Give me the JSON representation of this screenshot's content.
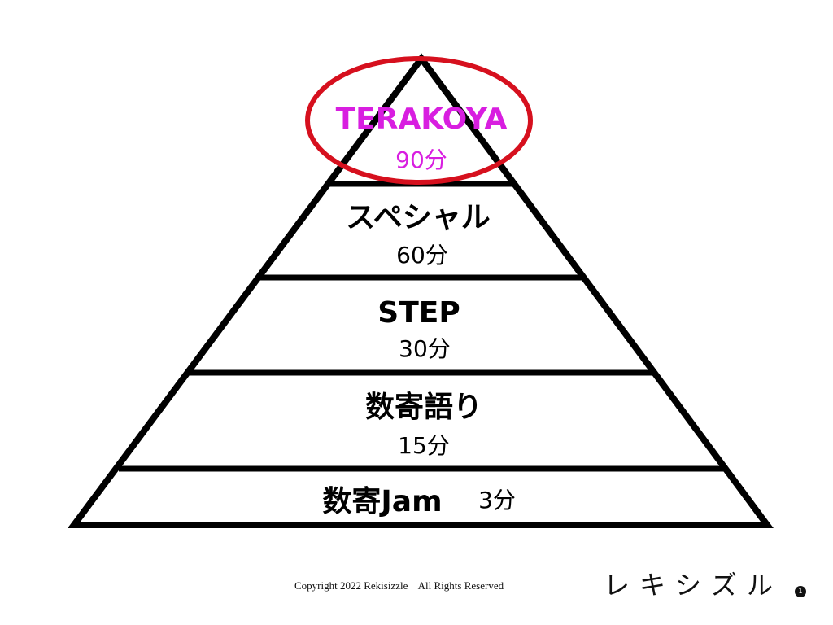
{
  "pyramid": {
    "tiers": [
      {
        "name": "TERAKOYA",
        "duration": "90分",
        "highlighted": true
      },
      {
        "name": "スペシャル",
        "duration": "60分"
      },
      {
        "name": "STEP",
        "duration": "30分"
      },
      {
        "name": "数寄語り",
        "duration": "15分"
      },
      {
        "name": "数寄Jam",
        "duration": "3分"
      }
    ]
  },
  "colors": {
    "highlight_text": "#d81ee0",
    "highlight_ellipse": "#d6101e",
    "outline": "#000000"
  },
  "footer": {
    "copyright": "Copyright 2022 Rekisizzle    All Rights Reserved",
    "brand": "レキシズル",
    "badge": "1"
  }
}
